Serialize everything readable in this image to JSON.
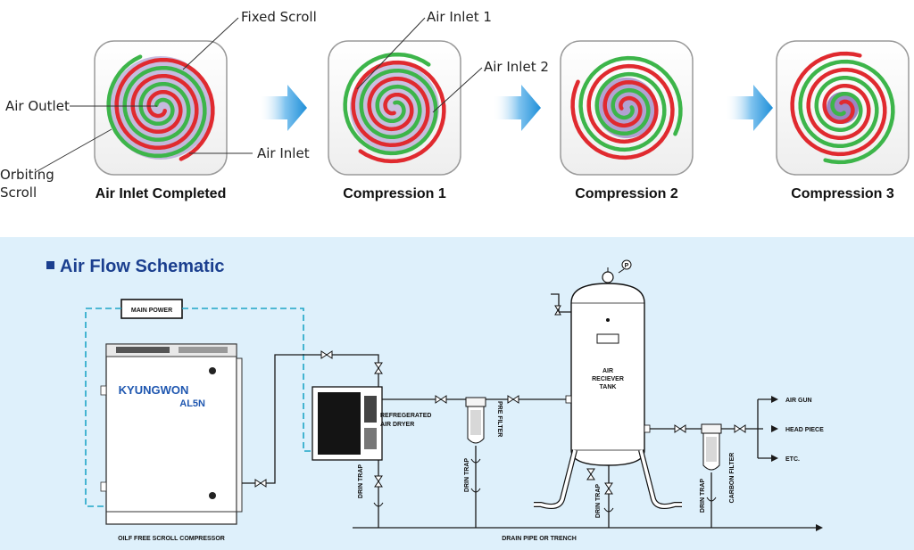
{
  "colors": {
    "fixed_scroll": "#e02a2f",
    "orbiting_scroll": "#3db54a",
    "compressed_air": "#7a5bb5",
    "arrow": "#1f8fd8",
    "schematic_bg": "#def0fb",
    "title_blue": "#1b3f8f",
    "power_line": "#1ea6c7"
  },
  "icons": [
    "scroll-compression-stage-icon",
    "blue-flow-arrow-icon",
    "valve-icon",
    "filter-icon",
    "pressure-gauge-icon"
  ],
  "scroll_callouts": {
    "fixed_scroll": "Fixed Scroll",
    "air_outlet": "Air Outlet",
    "orbiting_scroll_1": "Orbiting",
    "orbiting_scroll_2": "Scroll",
    "air_inlet": "Air Inlet",
    "air_inlet_1": "Air Inlet 1",
    "air_inlet_2": "Air Inlet 2"
  },
  "stages": [
    "Air Inlet Completed",
    "Compression 1",
    "Compression 2",
    "Compression 3"
  ],
  "schematic": {
    "title": "Air Flow Schematic",
    "main_power": "MAIN POWER",
    "brand": "KYUNGWON",
    "model": "AL5N",
    "compressor_label": "OILF FREE SCROLL COMPRESSOR",
    "dryer_label_1": "REFREGERATED",
    "dryer_label_2": "AIR DRYER",
    "pre_filter": "PRE FILTER",
    "carbon_filter": "CARBON FILTER",
    "tank_1": "AIR",
    "tank_2": "RECIEVER",
    "tank_3": "TANK",
    "drin_trap": "DRIN TRAP",
    "drain_pipe": "DRAIN PIPE OR TRENCH",
    "outputs": [
      "AIR GUN",
      "HEAD PIECE",
      "ETC."
    ],
    "gauge": "P"
  }
}
